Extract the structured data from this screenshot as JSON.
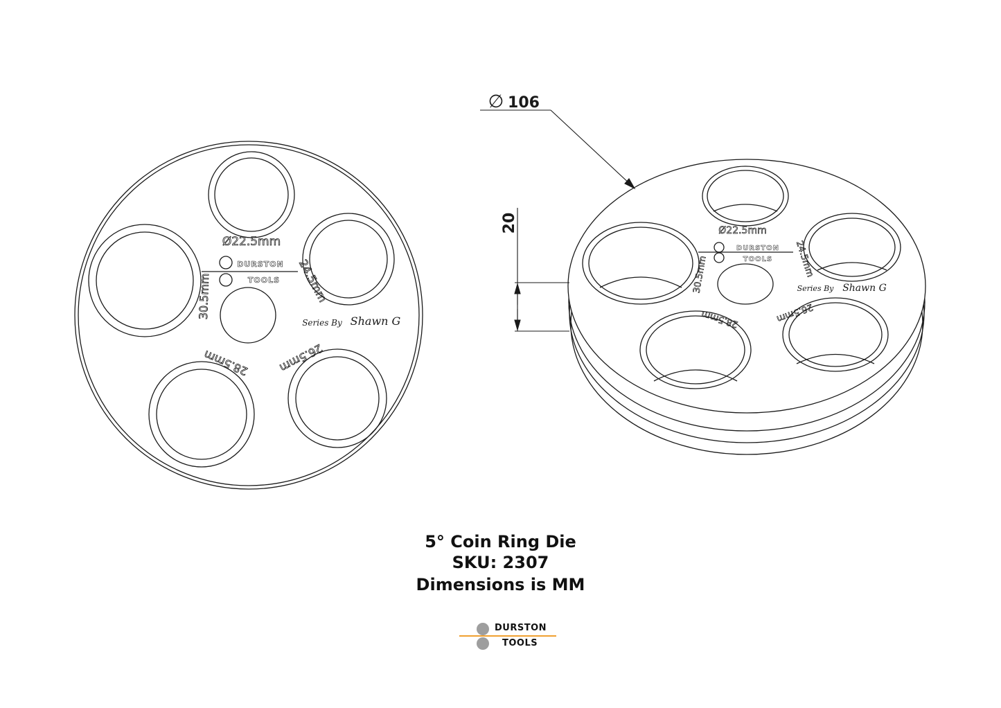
{
  "drawing": {
    "diameter_symbol": "∅",
    "diameter_value": "106",
    "height_value": "20",
    "hole_labels": {
      "h1": "Ø22.5mm",
      "h2": "24.5mm",
      "h3": "26.5mm",
      "h4": "28.5mm",
      "h5": "30.5mm"
    },
    "brand_top": "DURSTON",
    "brand_bottom": "TOOLS",
    "series_text": "Series By",
    "signature_text": "Shawn G"
  },
  "caption": {
    "line1": "5° Coin Ring Die",
    "line2": "SKU: 2307",
    "line3": "Dimensions is MM"
  },
  "logo": {
    "top": "DURSTON",
    "bottom": "TOOLS",
    "circle_color": "#9e9e9e",
    "line_color": "#f0a030"
  }
}
